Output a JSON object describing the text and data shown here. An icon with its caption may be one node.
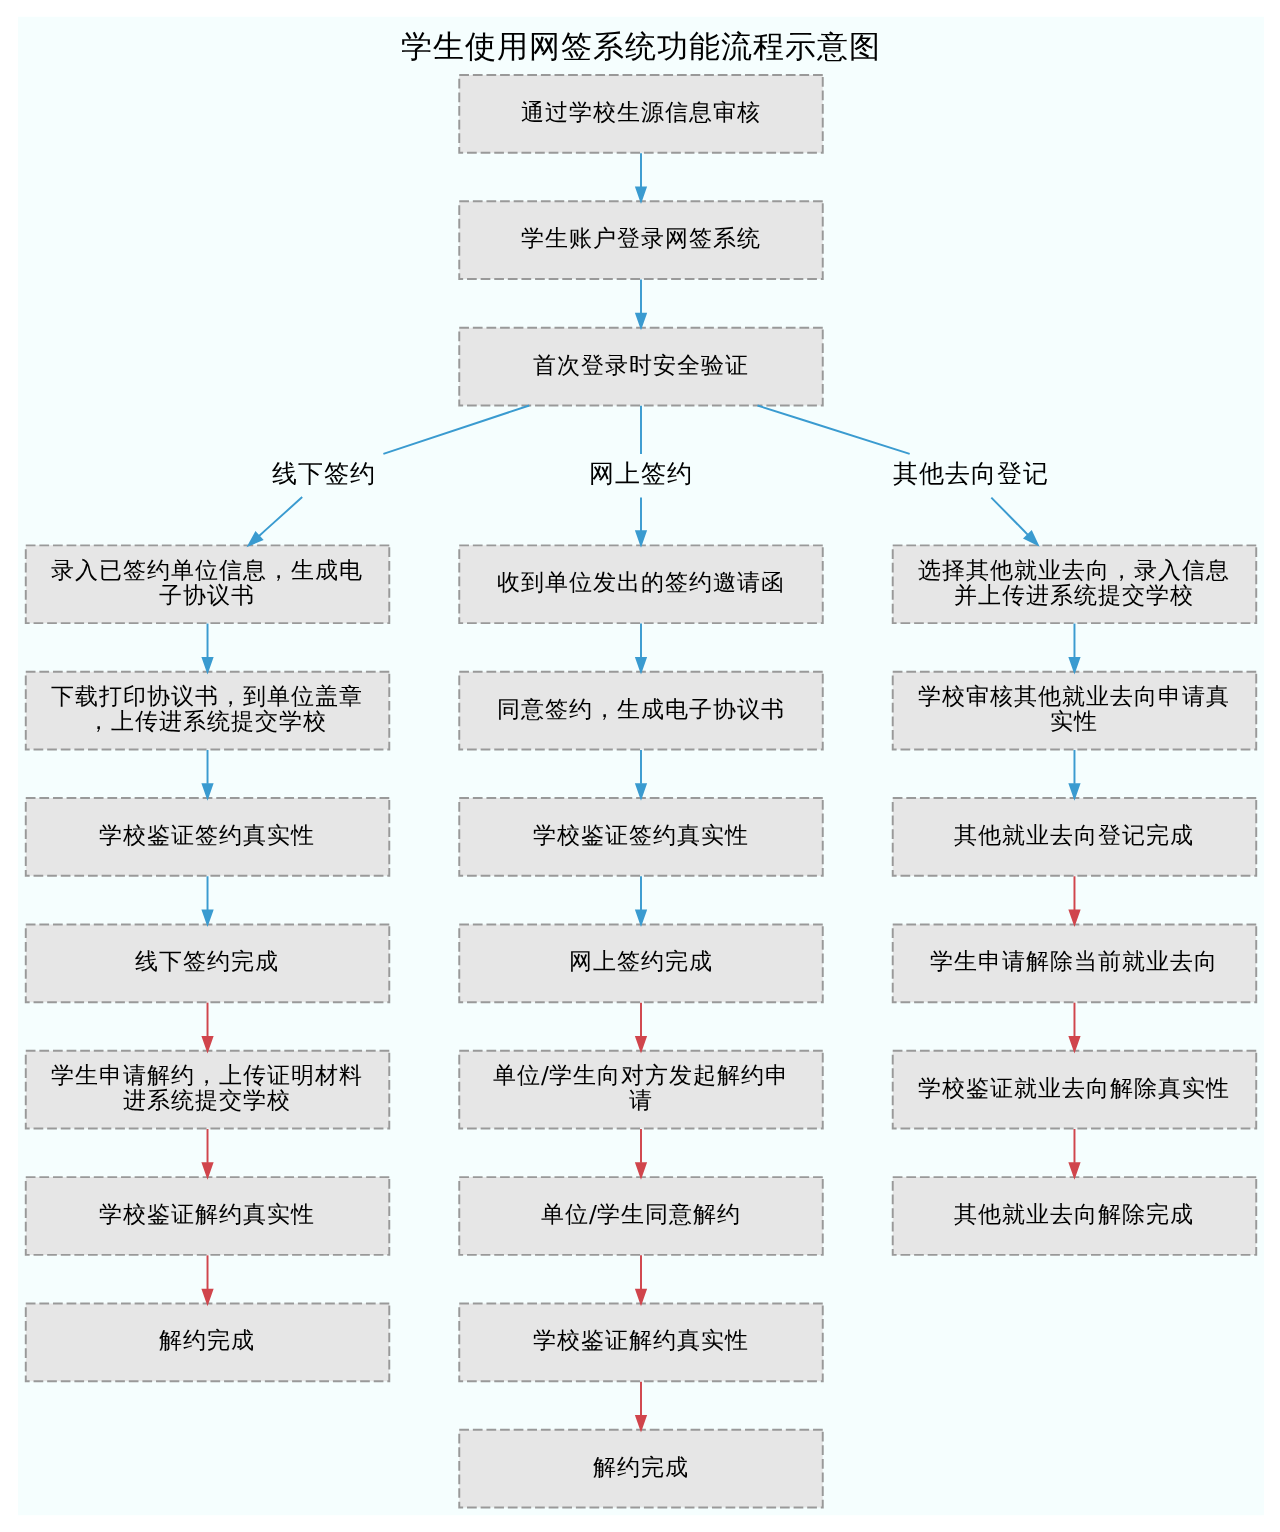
{
  "diagram": {
    "title": "学生使用网签系统功能流程示意图",
    "nodes": [
      {
        "text": [
          "通过学校生源信息审核"
        ]
      },
      {
        "text": [
          "学生账户登录网签系统"
        ]
      },
      {
        "text": [
          "首次登录时安全验证"
        ]
      },
      {
        "text": [
          "线下签约"
        ]
      },
      {
        "text": [
          "网上签约"
        ]
      },
      {
        "text": [
          "其他去向登记"
        ]
      },
      {
        "text": [
          "录入已签约单位信息，生成电子协议书"
        ]
      },
      {
        "text": [
          "下载打印协议书，到单位盖章，上传进系统提交学校"
        ]
      },
      {
        "text": [
          "学校鉴证签约真实性"
        ]
      },
      {
        "text": [
          "线下签约完成"
        ]
      },
      {
        "text": [
          "学生申请解约，上传证明材料进系统提交学校"
        ]
      },
      {
        "text": [
          "学校鉴证解约真实性"
        ]
      },
      {
        "text": [
          "解约完成"
        ]
      },
      {
        "text": [
          "收到单位发出的签约邀请函"
        ]
      },
      {
        "text": [
          "同意签约，生成电子协议书"
        ]
      },
      {
        "text": [
          "学校鉴证签约真实性"
        ]
      },
      {
        "text": [
          "网上签约完成"
        ]
      },
      {
        "text": [
          "单位/学生向对方发起解约申请"
        ]
      },
      {
        "text": [
          "单位/学生同意解约"
        ]
      },
      {
        "text": [
          "学校鉴证解约真实性"
        ]
      },
      {
        "text": [
          "解约完成"
        ]
      },
      {
        "text": [
          "选择其他就业去向，录入信息并上传进系统提交学校"
        ]
      },
      {
        "text": [
          "学校审核其他就业去向申请真实性"
        ]
      },
      {
        "text": [
          "其他就业去向登记完成"
        ]
      },
      {
        "text": [
          "学生申请解除当前就业去向"
        ]
      },
      {
        "text": [
          "学校鉴证就业去向解除真实性"
        ]
      },
      {
        "text": [
          "其他就业去向解除完成"
        ]
      }
    ],
    "edges": [
      {
        "from": 0,
        "to": 1,
        "arrow": "to"
      },
      {
        "from": 1,
        "to": 2,
        "arrow": "to"
      },
      {
        "from": 2,
        "to": 3,
        "arrow": "none"
      },
      {
        "from": 2,
        "to": 4,
        "arrow": "none"
      },
      {
        "from": 2,
        "to": 5,
        "arrow": "none"
      },
      {
        "from": 3,
        "to": 6,
        "arrow": "to"
      },
      {
        "from": 6,
        "to": 7,
        "arrow": "to"
      },
      {
        "from": 7,
        "to": 8,
        "arrow": "to"
      },
      {
        "from": 8,
        "to": 9,
        "arrow": "to"
      },
      {
        "from": 9,
        "to": 10,
        "arrow": "to",
        "color": "#d0454c"
      },
      {
        "from": 10,
        "to": 11,
        "arrow": "to",
        "color": "#d0454c"
      },
      {
        "from": 11,
        "to": 12,
        "arrow": "to",
        "color": "#d0454c"
      },
      {
        "from": 4,
        "to": 13,
        "arrow": "to"
      },
      {
        "from": 13,
        "to": 14,
        "arrow": "to"
      },
      {
        "from": 14,
        "to": 15,
        "arrow": "to"
      },
      {
        "from": 15,
        "to": 16,
        "arrow": "to"
      },
      {
        "from": 16,
        "to": 17,
        "arrow": "to",
        "color": "#d0454c"
      },
      {
        "from": 17,
        "to": 18,
        "arrow": "to",
        "color": "#d0454c"
      },
      {
        "from": 18,
        "to": 19,
        "arrow": "to",
        "color": "#d0454c"
      },
      {
        "from": 19,
        "to": 20,
        "arrow": "to",
        "color": "#d0454c"
      },
      {
        "from": 5,
        "to": 21,
        "arrow": "to"
      },
      {
        "from": 21,
        "to": 22,
        "arrow": "to"
      },
      {
        "from": 22,
        "to": 23,
        "arrow": "to"
      },
      {
        "from": 23,
        "to": 24,
        "arrow": "to",
        "color": "#d0454c"
      },
      {
        "from": 24,
        "to": 25,
        "arrow": "to",
        "color": "#d0454c"
      },
      {
        "from": 25,
        "to": 26,
        "arrow": "to",
        "color": "#d0454c"
      }
    ]
  }
}
